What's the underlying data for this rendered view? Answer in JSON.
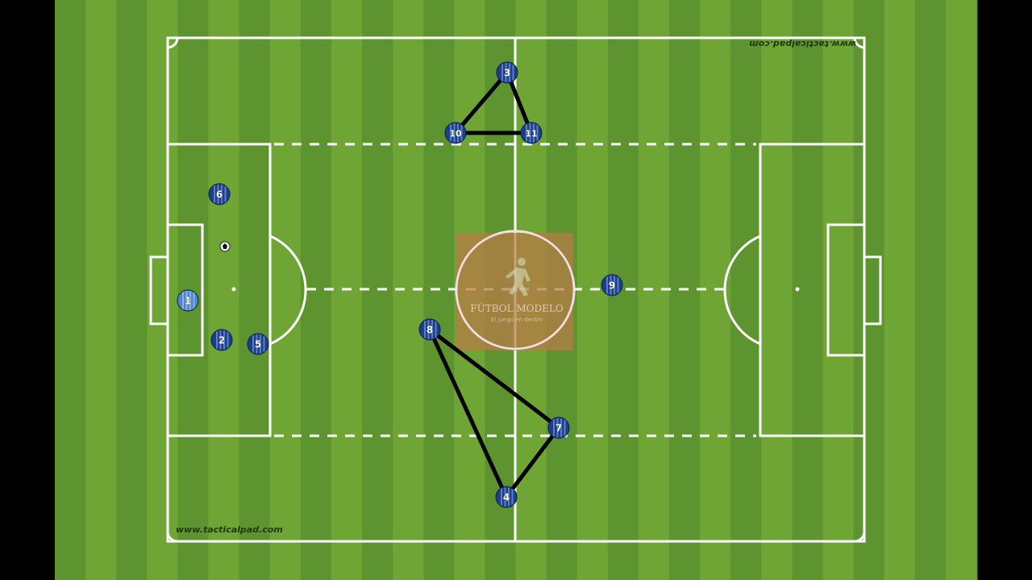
{
  "watermarks": {
    "bottom_left": "www.tacticalpad.com",
    "top_right_mirrored": "www.tacticalpad.com"
  },
  "logo": {
    "name": "FÚTBOL MODELO",
    "tagline": "El juego en dentro"
  },
  "colors": {
    "grass_light": "#6fa535",
    "grass_dark": "#5e9430",
    "lines": "#ffffff",
    "player_fill": "#1c3f8c",
    "player_stripe": "#8fb5e8",
    "goalkeeper_fill": "#4f86c9",
    "connector": "#000000",
    "logo_box": "#b87a46"
  },
  "players": [
    {
      "number": "1",
      "role": "goalkeeper"
    },
    {
      "number": "2",
      "role": "outfield"
    },
    {
      "number": "3",
      "role": "outfield"
    },
    {
      "number": "4",
      "role": "outfield"
    },
    {
      "number": "5",
      "role": "outfield"
    },
    {
      "number": "6",
      "role": "outfield"
    },
    {
      "number": "7",
      "role": "outfield"
    },
    {
      "number": "8",
      "role": "outfield"
    },
    {
      "number": "9",
      "role": "outfield"
    },
    {
      "number": "10",
      "role": "outfield"
    },
    {
      "number": "11",
      "role": "outfield"
    }
  ],
  "triangles": [
    [
      "3",
      "10",
      "11"
    ],
    [
      "8",
      "7",
      "4"
    ]
  ],
  "ball": {
    "icon": "soccer-ball-icon"
  }
}
